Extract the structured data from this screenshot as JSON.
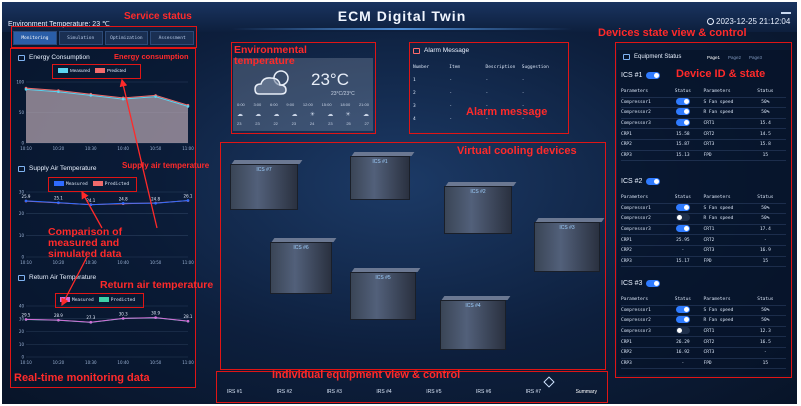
{
  "app": {
    "title": "ECM Digital Twin",
    "env_temp_label": "Environment Temperature: 23 ℃",
    "datetime": "2023-12-25 21:12:04"
  },
  "tabs": [
    "Monitoring",
    "Simulation",
    "Optimization",
    "Assessment"
  ],
  "annotations": {
    "service_status": "Service status",
    "energy_consumption": "Energy consumption",
    "environmental_temperature": "Environmental temperature",
    "alarm_message": "Alarm message",
    "virtual_cooling_devices": "Virtual cooling devices",
    "devices_state": "Devices state view & control",
    "device_id_state": "Device ID & state",
    "supply_air_temperature": "Supply air temperature",
    "comparison": "Comparison of measured and simulated data",
    "return_air_temperature": "Return air temperature",
    "realtime": "Real-time monitoring data",
    "individual": "Individual equipment view & control"
  },
  "energy": {
    "title": "Energy Consumption",
    "legend": [
      "Measured",
      "Predicted"
    ]
  },
  "supply": {
    "title": "Supply Air Temperature",
    "legend": [
      "Measured",
      "Predicted"
    ]
  },
  "return_air": {
    "title": "Return Air Temperature",
    "legend": [
      "Measured",
      "Predicted"
    ]
  },
  "chart_data": [
    {
      "type": "area",
      "title": "Energy Consumption",
      "x": [
        "10:10",
        "10:20",
        "10:30",
        "10:40",
        "10:50",
        "11:00"
      ],
      "ylim": [
        0,
        100
      ],
      "yticks": [
        0,
        50,
        100
      ],
      "series": [
        {
          "name": "Measured",
          "values": [
            88,
            84,
            78,
            72,
            76,
            60
          ]
        },
        {
          "name": "Predicted",
          "values": [
            90,
            86,
            80,
            74,
            78,
            62
          ]
        }
      ]
    },
    {
      "type": "line",
      "title": "Supply Air Temperature",
      "x": [
        "10:10",
        "10:20",
        "10:30",
        "10:40",
        "10:50",
        "11:00"
      ],
      "ylim": [
        0,
        30
      ],
      "yticks": [
        0,
        10,
        20,
        30
      ],
      "series": [
        {
          "name": "Measured",
          "values": [
            25.9,
            25.1,
            24.1,
            24.8,
            24.8,
            26.1
          ]
        },
        {
          "name": "Predicted",
          "values": [
            25.8,
            25.0,
            24.2,
            24.6,
            24.9,
            26.0
          ]
        }
      ],
      "labels": [
        "25.9",
        "25.1",
        "24.1",
        "24.8",
        "24.8",
        "26.1"
      ]
    },
    {
      "type": "line",
      "title": "Return Air Temperature",
      "x": [
        "10:10",
        "10:20",
        "10:30",
        "10:40",
        "10:50",
        "11:00"
      ],
      "ylim": [
        0,
        40
      ],
      "yticks": [
        0,
        10,
        20,
        30,
        40
      ],
      "series": [
        {
          "name": "Measured",
          "values": [
            29.5,
            28.9,
            27.3,
            30.3,
            30.9,
            28.1
          ]
        },
        {
          "name": "Predicted",
          "values": [
            29.4,
            28.8,
            27.2,
            30.2,
            30.8,
            28.0
          ]
        }
      ],
      "labels": [
        "29.5",
        "28.9",
        "27.3",
        "30.3",
        "30.9",
        "28.1"
      ]
    }
  ],
  "weather": {
    "temp": "23°C",
    "sub": "23°C/23°C",
    "times": [
      "0:00",
      "3:00",
      "6:00",
      "9:00",
      "12:00",
      "15:00",
      "18:00",
      "21:00"
    ],
    "temps": [
      "23",
      "23",
      "22",
      "23",
      "24",
      "23",
      "25",
      "27"
    ]
  },
  "alarm": {
    "title": "Alarm Message",
    "headers": [
      "Number",
      "Item",
      "Description",
      "Suggestion"
    ],
    "rows": [
      [
        "1",
        "-",
        "-",
        "-"
      ],
      [
        "2",
        "-",
        "-",
        "-"
      ],
      [
        "3",
        "-",
        "-",
        "-"
      ],
      [
        "4",
        "-",
        "-",
        "-"
      ]
    ]
  },
  "devices": [
    {
      "label": "ICS #7"
    },
    {
      "label": "ICS #1"
    },
    {
      "label": "ICS #2"
    },
    {
      "label": "ICS #3"
    },
    {
      "label": "ICS #6"
    },
    {
      "label": "ICS #5"
    },
    {
      "label": "ICS #4"
    }
  ],
  "equipment": {
    "title": "Equipment Status",
    "pages": [
      "Page1",
      "Page2",
      "Page3"
    ],
    "headers": [
      "Parameters",
      "Status",
      "Parameters",
      "Status"
    ],
    "units": [
      {
        "id": "ICS #1",
        "rows": [
          [
            "Compressor1",
            "",
            "S Fan speed",
            "50%"
          ],
          [
            "Compressor2",
            "",
            "R Fan speed",
            "50%"
          ],
          [
            "Compressor3",
            "",
            "CRT1",
            "15.4"
          ],
          [
            "CRP1",
            "15.58",
            "CRT2",
            "14.5"
          ],
          [
            "CRP2",
            "15.87",
            "CRT3",
            "15.8"
          ],
          [
            "CRP3",
            "15.13",
            "FPD",
            "15"
          ]
        ]
      },
      {
        "id": "ICS #2",
        "rows": [
          [
            "Compressor1",
            "",
            "S Fan speed",
            "50%"
          ],
          [
            "Compressor2",
            "",
            "R Fan speed",
            "50%"
          ],
          [
            "Compressor3",
            "",
            "CRT1",
            "17.4"
          ],
          [
            "CRP1",
            "25.95",
            "CRT2",
            "-"
          ],
          [
            "CRP2",
            "-",
            "CRT3",
            "16.9"
          ],
          [
            "CRP3",
            "15.17",
            "FPD",
            "15"
          ]
        ]
      },
      {
        "id": "ICS #3",
        "rows": [
          [
            "Compressor1",
            "",
            "S Fan speed",
            "50%"
          ],
          [
            "Compressor2",
            "",
            "R Fan speed",
            "50%"
          ],
          [
            "Compressor3",
            "",
            "CRT1",
            "12.3"
          ],
          [
            "CRP1",
            "26.29",
            "CRT2",
            "16.5"
          ],
          [
            "CRP2",
            "16.92",
            "CRT3",
            "-"
          ],
          [
            "CRP3",
            "-",
            "FPD",
            "15"
          ]
        ]
      }
    ]
  },
  "nav": [
    "IRS #1",
    "IRS #2",
    "IRS #3",
    "IRS #4",
    "IRS #5",
    "IRS #6",
    "IRS #7",
    "Summary"
  ],
  "colors": {
    "measured": "#5bd4f0",
    "predicted": "#f06b6b",
    "supply_measured": "#2f6bff",
    "return_measured": "#d46bd8",
    "return_predicted": "#3fd0a8",
    "annotation": "#ff2a2a"
  },
  "icons": [
    "clock-icon",
    "bell-icon",
    "cloud-sun-icon",
    "equipment-icon",
    "summary-icon"
  ]
}
